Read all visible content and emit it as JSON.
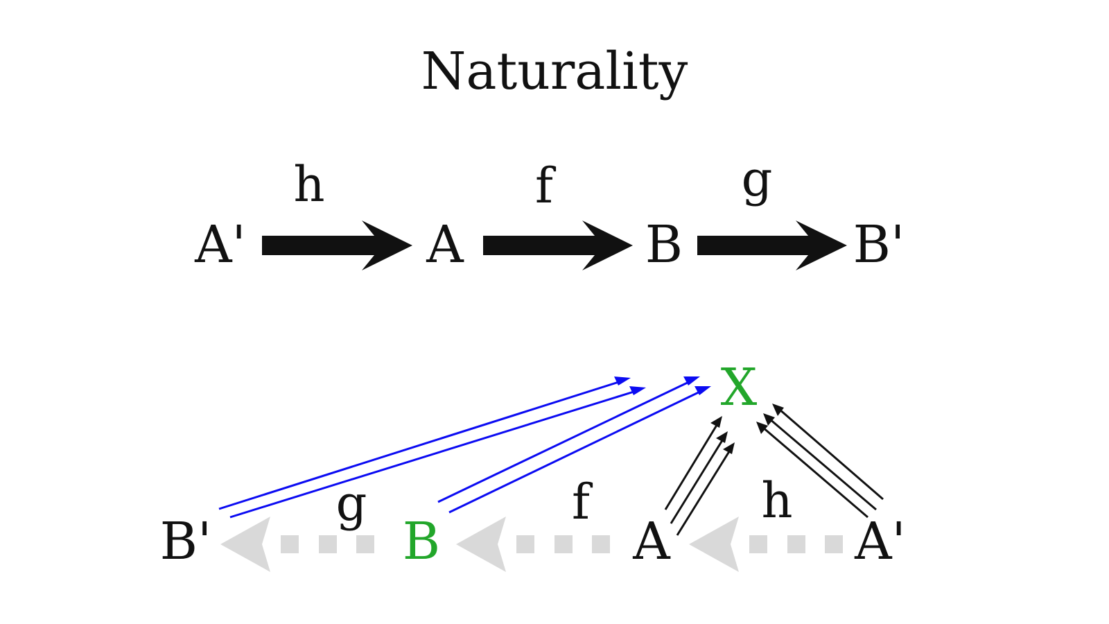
{
  "title": "Naturality",
  "colors": {
    "text": "#111111",
    "highlight": "#22a62a",
    "blue_arrow": "#0b0bf2",
    "faded_arrow": "#d9d9d9"
  },
  "top_row": {
    "objects": [
      "A'",
      "A",
      "B",
      "B'"
    ],
    "morphisms": [
      "h",
      "f",
      "g"
    ]
  },
  "bottom_row": {
    "objects": [
      "B'",
      "B",
      "A",
      "A'"
    ],
    "morphisms": [
      "g",
      "f",
      "h"
    ],
    "apex": "X"
  }
}
